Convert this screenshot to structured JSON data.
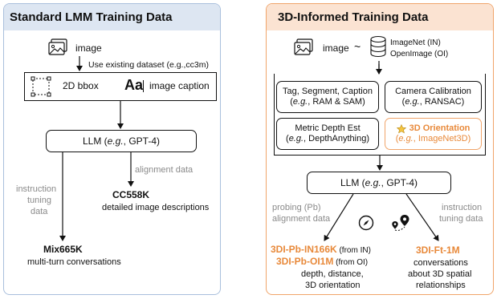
{
  "left": {
    "title": "Standard LMM Training Data",
    "image_label": "image",
    "use_existing": "Use existing dataset (e.g.,cc3m)",
    "bbox_label": "2D bbox",
    "caption_label": "image caption",
    "aa_glyph": "Aa",
    "llm_prefix": "LLM (",
    "llm_eg": "e.g.",
    "llm_suffix": ", GPT-4)",
    "alignment_data": "alignment data",
    "instruction_tuning_1": "instruction",
    "instruction_tuning_2": "tuning",
    "instruction_tuning_3": "data",
    "cc558k": "CC558K",
    "cc558k_desc": "detailed image descriptions",
    "mix665k": "Mix665K",
    "mix665k_desc": "multi-turn conversations"
  },
  "right": {
    "title": "3D-Informed Training Data",
    "image_label": "image",
    "tilde": "~",
    "imagenet": "ImageNet (IN)",
    "openimage": "OpenImage (OI)",
    "tag_title": "Tag, Segment, Caption",
    "tag_sub_eg": "e.g.",
    "tag_sub": ", RAM & SAM)",
    "cam_title": "Camera Calibration",
    "cam_sub_eg": "e.g.",
    "cam_sub": ", RANSAC)",
    "depth_title": "Metric Depth Est",
    "depth_sub_eg": "e.g.",
    "depth_sub": ", DepthAnything)",
    "orient_title": "3D Orientation",
    "orient_sub_eg": "e.g.",
    "orient_sub": ", ImageNet3D)",
    "open_paren": "(",
    "llm_prefix": "LLM (",
    "llm_eg": "e.g.",
    "llm_suffix": ", GPT-4)",
    "probing_1": "probing (Pb)",
    "probing_2": "alignment data",
    "instr_1": "instruction",
    "instr_2": "tuning data",
    "pb_in": "3DI-Pb-IN166K",
    "pb_in_from": " (from IN)",
    "pb_oi": "3DI-Pb-OI1M",
    "pb_oi_from": " (from OI)",
    "pb_desc_1": "depth, distance,",
    "pb_desc_2": "3D orientation",
    "ft": "3DI-Ft-1M",
    "ft_desc_1": "conversations",
    "ft_desc_2": "about 3D spatial",
    "ft_desc_3": "relationships"
  },
  "colors": {
    "left_border": "#a9bfdc",
    "left_title_bg": "#dde6f2",
    "right_border": "#f0a46a",
    "right_title_bg": "#fbe3d2",
    "accent_orange": "#e8893a",
    "gray_text": "#8a8a8a"
  },
  "icons": [
    "image-icon",
    "database-icon",
    "star-icon",
    "compass-icon",
    "map-pin-icon",
    "text-aa-icon"
  ]
}
